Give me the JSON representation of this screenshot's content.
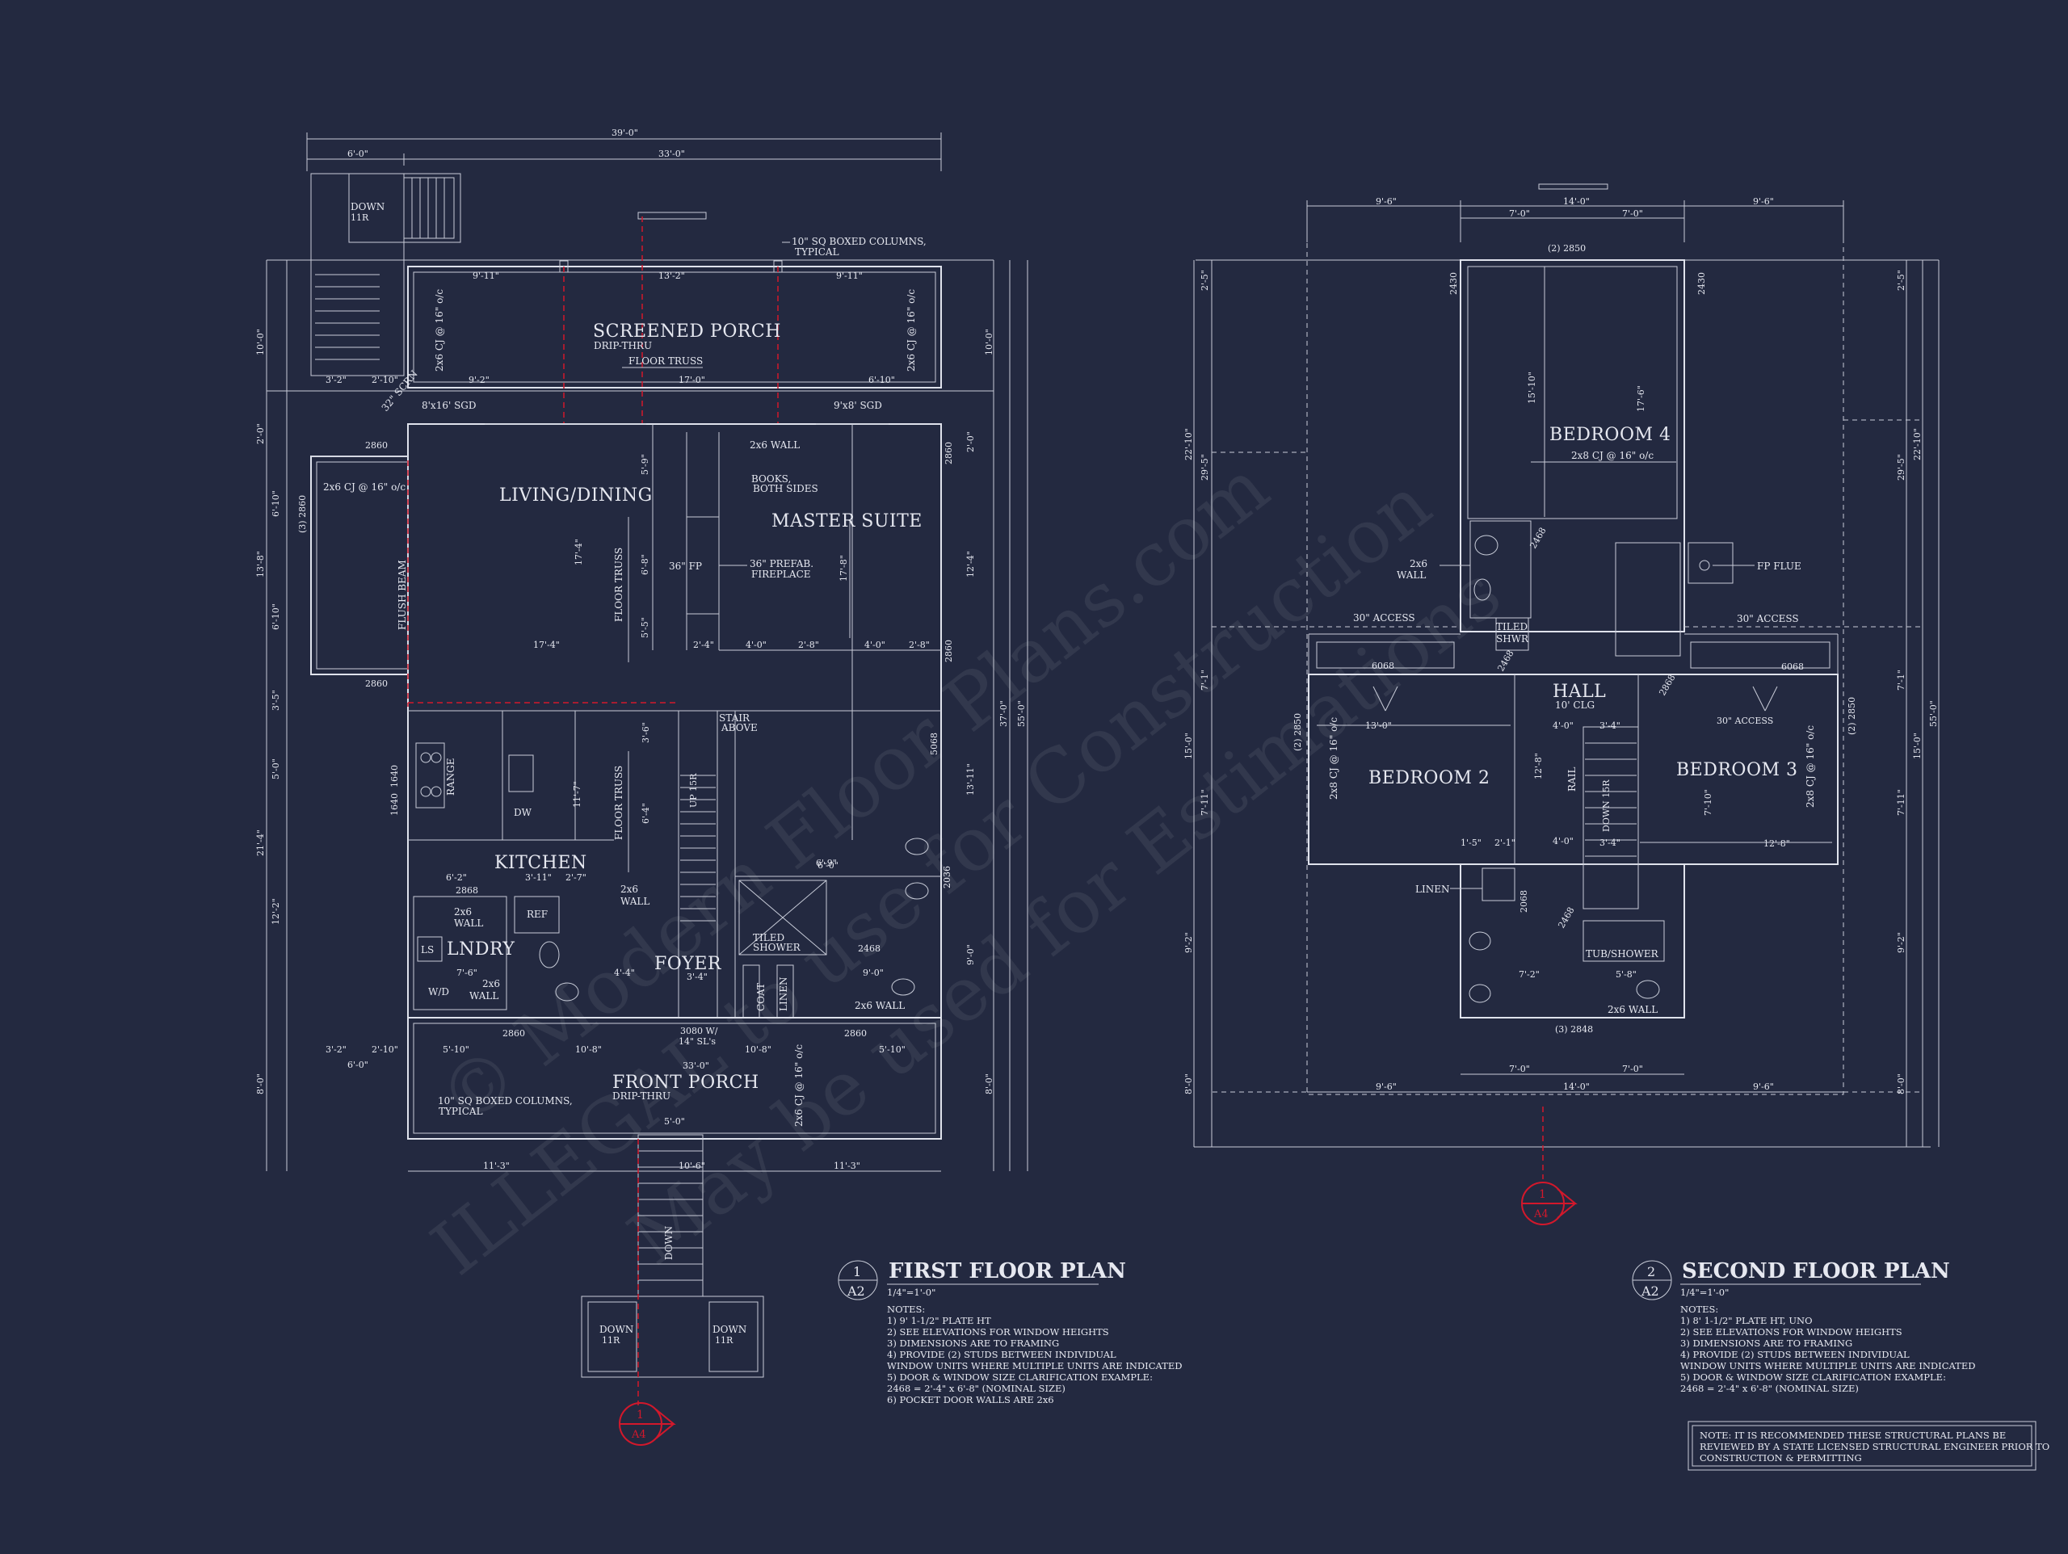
{
  "watermark": {
    "line1": "© Modern Floor Plans.com",
    "line2": "ILLEGAL to use for Construction",
    "line3": "May be used for Estimations"
  },
  "first_floor": {
    "title": "FIRST FLOOR PLAN",
    "badge_num": "1",
    "badge_sheet": "A2",
    "scale": "1/4\"=1'-0\"",
    "notes": [
      "NOTES:",
      "1) 9' 1-1/2\" PLATE HT",
      "2) SEE ELEVATIONS FOR WINDOW HEIGHTS",
      "3) DIMENSIONS ARE TO FRAMING",
      "4) PROVIDE (2) STUDS BETWEEN INDIVIDUAL",
      "   WINDOW UNITS WHERE MULTIPLE UNITS ARE INDICATED",
      "5) DOOR & WINDOW SIZE CLARIFICATION EXAMPLE:",
      "   2468 = 2'-4\" x 6'-8\" (NOMINAL SIZE)",
      "6) POCKET DOOR WALLS ARE 2x6"
    ],
    "rooms": {
      "screened_porch": "SCREENED PORCH",
      "drip_thru": "DRIP-THRU",
      "floor_truss": "FLOOR TRUSS",
      "living": "LIVING/DINING",
      "master": "MASTER SUITE",
      "kitchen": "KITCHEN",
      "laundry": "LNDRY",
      "foyer": "FOYER",
      "front_porch": "FRONT PORCH",
      "front_drip": "DRIP-THRU"
    },
    "labels": {
      "down_top": "DOWN",
      "down_top_r": "11R",
      "boxed_cols": "10\" SQ BOXED COLUMNS,",
      "typical": "TYPICAL",
      "sgd_left": "8'x16' SGD",
      "sgd_right": "9'x8' SGD",
      "wall_2x6": "2x6 WALL",
      "books": "BOOKS,",
      "both_sides": "BOTH SIDES",
      "fp": "36\" FP",
      "prefab": "36\" PREFAB.",
      "fireplace": "FIREPLACE",
      "flush_beam": "FLUSH BEAM",
      "cj_living": "2x6 CJ @ 16\" o/c",
      "cj_porch": "2x6 CJ @ 16\" o/c",
      "stair_above": "STAIR",
      "above": "ABOVE",
      "range": "RANGE",
      "dw": "DW",
      "ref": "REF",
      "ls": "LS",
      "wd": "W/D",
      "tiled_shower": "TILED",
      "shower": "SHOWER",
      "coat": "COAT",
      "linen": "LINEN",
      "entry_door": "3080 W/",
      "entry_door2": "14\" SL's",
      "wall_2x6_a": "2x6",
      "wall_word": "WALL",
      "porch_cols": "10\" SQ BOXED COLUMNS,",
      "porch_typ": "TYPICAL",
      "down_l": "DOWN",
      "down_r": "DOWN",
      "down_mid": "DOWN",
      "r11": "11R",
      "scrn": "32\" SCRN",
      "window_2860": "2860",
      "window_1640": "1640",
      "door_2868": "2868",
      "door_2468": "2468",
      "door_5068": "5068",
      "win_2036": "2036",
      "win_3_2860": "(3) 2860",
      "up": "UP 15R"
    },
    "dims": {
      "overall_top": "39'-0\"",
      "left_top": "6'-0\"",
      "right_top": "33'-0\"",
      "porch_l": "9'-11\"",
      "porch_c": "13'-2\"",
      "porch_r": "9'-11\"",
      "d_32": "3'-2\"",
      "d_210": "2'-10\"",
      "d_92": "9'-2\"",
      "d_170": "17'-0\"",
      "d_610": "6'-10\"",
      "d_174": "17'-4\"",
      "d_24": "2'-4\"",
      "d_40": "4'-0\"",
      "d_28": "2'-8\"",
      "bot_32": "3'-2\"",
      "bot_210": "2'-10\"",
      "bot_510": "5'-10\"",
      "bot_108": "10'-8\"",
      "bot_108b": "10'-8\"",
      "bot_510b": "5'-10\"",
      "bot_60": "6'-0\"",
      "bot_330": "33'-0\"",
      "bot_50": "5'-0\"",
      "bot_113": "11'-3\"",
      "bot_106": "10'-6\"",
      "bot_113b": "11'-3\"",
      "l_100": "10'-0\"",
      "l_20": "2'-0\"",
      "l_610": "6'-10\"",
      "l_138": "13'-8\"",
      "l_610b": "6'-10\"",
      "l_35": "3'-5\"",
      "l_50": "5'-0\"",
      "l_214": "21'-4\"",
      "l_122": "12'-2\"",
      "l_80": "8'-0\"",
      "r_100": "10'-0\"",
      "r_20": "2'-0\"",
      "r_124": "12'-4\"",
      "r_1311": "13'-11\"",
      "r_90": "9'-0\"",
      "r_80": "8'-0\"",
      "r_370": "37'-0\"",
      "r_550": "55'-0\"",
      "k_62": "6'-2\"",
      "k_311": "3'-11\"",
      "k_27": "2'-7\"",
      "k_76": "7'-6\"",
      "k_117": "11'-7\"",
      "k_64": "6'-4\"",
      "k_36": "3'-6\"",
      "lv_174": "17'-4\"",
      "lv_68": "6'-8\"",
      "lv_55": "5'-5\"",
      "ms_178": "17'-8\"",
      "ms_59": "5'-9\"",
      "f_44": "4'-4\"",
      "f_34": "3'-4\"",
      "f_90": "9'-0\"",
      "f_60": "6'-0\"",
      "f_69": "6'-9\""
    }
  },
  "second_floor": {
    "title": "SECOND FLOOR PLAN",
    "badge_num": "2",
    "badge_sheet": "A2",
    "scale": "1/4\"=1'-0\"",
    "notes": [
      "NOTES:",
      "1) 8' 1-1/2\" PLATE HT, UNO",
      "2) SEE ELEVATIONS FOR WINDOW HEIGHTS",
      "3) DIMENSIONS ARE TO FRAMING",
      "4) PROVIDE (2) STUDS BETWEEN INDIVIDUAL",
      "   WINDOW UNITS WHERE MULTIPLE UNITS ARE INDICATED",
      "5) DOOR & WINDOW SIZE CLARIFICATION EXAMPLE:",
      "   2468 = 2'-4\" x 6'-8\" (NOMINAL SIZE)"
    ],
    "rooms": {
      "bed4": "BEDROOM 4",
      "bed2": "BEDROOM 2",
      "bed3": "BEDROOM 3",
      "hall": "HALL",
      "hall_clg": "10' CLG"
    },
    "labels": {
      "cj_bed4": "2x8 CJ @ 16\" o/c",
      "cj_bed2": "2x8 CJ @ 16\" o/c",
      "cj_bed3": "2x8 CJ @ 16\" o/c",
      "wall_2x6": "2x6",
      "wall": "WALL",
      "tiled": "TILED",
      "shwr": "SHWR",
      "access_l": "30\" ACCESS",
      "access_r": "30\" ACCESS",
      "access_hall": "30\" ACCESS",
      "fp_flue": "FP FLUE",
      "linen": "LINEN",
      "tub": "TUB/SHOWER",
      "rail": "RAIL",
      "wall_bot": "2x6 WALL",
      "win_top": "(2) 2850",
      "win_bot": "(3) 2848",
      "win_l": "(2) 2850",
      "win_r": "(2) 2850",
      "d6068": "6068",
      "d6068b": "6068",
      "d2430": "2430",
      "d2430b": "2430",
      "d2468": "2468",
      "d2868": "2868",
      "d2068": "2068",
      "down": "DOWN 15R"
    },
    "dims": {
      "t_96": "9'-6\"",
      "t_140": "14'-0\"",
      "t_96b": "9'-6\"",
      "t_70": "7'-0\"",
      "t_70b": "7'-0\"",
      "b_70": "7'-0\"",
      "b_70b": "7'-0\"",
      "b_96": "9'-6\"",
      "b_140": "14'-0\"",
      "b_96b": "9'-6\"",
      "l_25": "2'-5\"",
      "l_295": "29'-5\"",
      "l_2210": "22'-10\"",
      "l_71": "7'-1\"",
      "l_150": "15'-0\"",
      "l_711": "7'-11\"",
      "l_92": "9'-2\"",
      "l_80": "8'-0\"",
      "r_25": "2'-5\"",
      "r_295": "29'-5\"",
      "r_2210": "22'-10\"",
      "r_71": "7'-1\"",
      "r_150": "15'-0\"",
      "r_711": "7'-11\"",
      "r_92": "9'-2\"",
      "r_80": "8'-0\"",
      "r_550": "55'-0\"",
      "bed4_150": "15'-10\"",
      "bed4_176": "17'-6\"",
      "b2_130": "13'-0\"",
      "b3_128": "12'-8\"",
      "h_40": "4'-0\"",
      "h_34": "3'-4\"",
      "h_40b": "4'-0\"",
      "h_34b": "3'-4\"",
      "h_128": "12'-8\"",
      "h_710": "7'-10\"",
      "h_72": "7'-2\"",
      "h_58": "5'-8\"",
      "h_15": "1'-5\"",
      "h_21": "2'-1\""
    }
  },
  "section_marker": {
    "num": "1",
    "sheet": "A4"
  },
  "engineer_note": [
    "NOTE: IT IS RECOMMENDED THESE STRUCTURAL PLANS BE",
    "REVIEWED BY A STATE LICENSED STRUCTURAL ENGINEER PRIOR TO",
    "CONSTRUCTION & PERMITTING"
  ]
}
